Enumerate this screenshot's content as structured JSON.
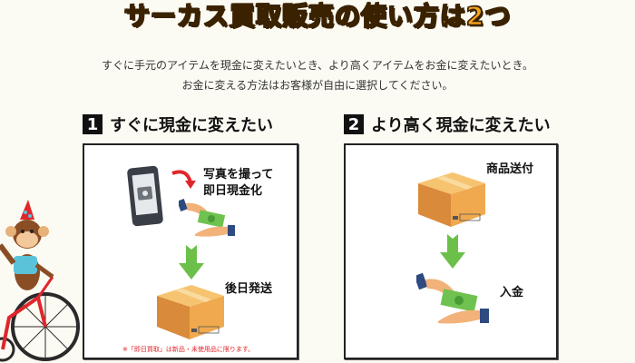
{
  "header": {
    "title": "サーカス買取販売の使い方は2つ",
    "title_color": "#f7a21b"
  },
  "intro": {
    "line1": "すぐに手元のアイテムを現金に変えたいとき、より高くアイテムをお金に変えたいとき。",
    "line2": "お金に変える方法はお客様が自由に選択してください。"
  },
  "options": [
    {
      "number": "1",
      "heading": "すぐに現金に変えたい",
      "steps": [
        {
          "icon": "smartphone-camera-icon",
          "label_line1": "写真を撮って",
          "label_line2": "即日現金化"
        },
        {
          "icon": "cash-handover-icon"
        },
        {
          "icon": "arrow-down-icon"
        },
        {
          "icon": "cardboard-box-icon",
          "label": "後日発送"
        }
      ],
      "note": "※「即日買取」は新品・未使用品に限ります。",
      "note_color": "#e0262b"
    },
    {
      "number": "2",
      "heading": "より高く現金に変えたい",
      "steps": [
        {
          "icon": "cardboard-box-icon",
          "label": "商品送付"
        },
        {
          "icon": "arrow-down-icon"
        },
        {
          "icon": "cash-handover-icon",
          "label": "入金"
        }
      ]
    }
  ],
  "colors": {
    "arrow_green": "#6cc04a",
    "box_orange": "#f0a94e",
    "cash_green": "#6fc24f",
    "background": "#fcfbf3"
  }
}
